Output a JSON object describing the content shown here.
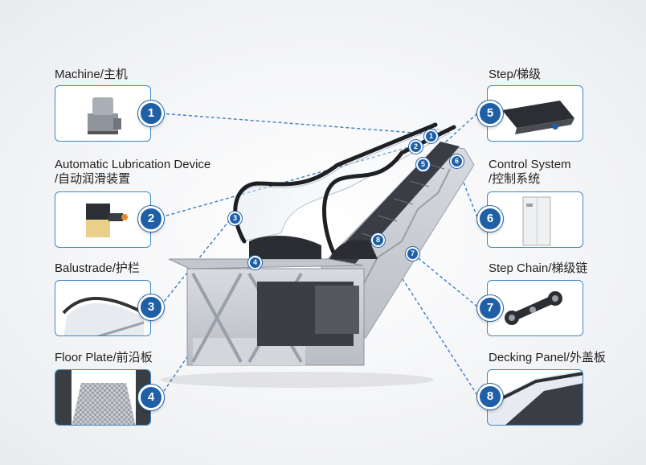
{
  "components": [
    {
      "num": "1",
      "label_line1": "Machine/主机",
      "label_line2": "",
      "icon": "machine-motor-icon"
    },
    {
      "num": "2",
      "label_line1": "Automatic Lubrication Device",
      "label_line2": "/自动润滑装置",
      "icon": "lubrication-pump-icon"
    },
    {
      "num": "3",
      "label_line1": "Balustrade/护栏",
      "label_line2": "",
      "icon": "balustrade-icon"
    },
    {
      "num": "4",
      "label_line1": "Floor Plate/前沿板",
      "label_line2": "",
      "icon": "floor-plate-icon"
    },
    {
      "num": "5",
      "label_line1": "Step/梯级",
      "label_line2": "",
      "icon": "step-icon"
    },
    {
      "num": "6",
      "label_line1": "Control System",
      "label_line2": "/控制系统",
      "icon": "control-cabinet-icon"
    },
    {
      "num": "7",
      "label_line1": "Step Chain/梯级链",
      "label_line2": "",
      "icon": "step-chain-icon"
    },
    {
      "num": "8",
      "label_line1": "Decking Panel/外盖板",
      "label_line2": "",
      "icon": "decking-panel-icon"
    }
  ],
  "colors": {
    "accent": "#1f5fa6",
    "card_border": "#3a87c9",
    "leader": "#3d7cc0",
    "truss": "#c9ccd1",
    "dark": "#2b2e33"
  }
}
